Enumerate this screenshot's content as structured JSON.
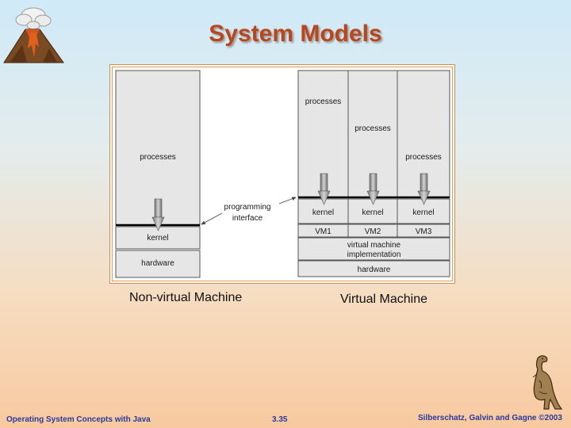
{
  "slide": {
    "title": "System Models",
    "footer_left": "Operating System Concepts with Java",
    "page_number": "3.35",
    "footer_right": "Silberschatz, Galvin and Gagne ©2003"
  },
  "diagram": {
    "non_virtual": {
      "processes": "processes",
      "kernel": "kernel",
      "hardware": "hardware"
    },
    "programming_interface": [
      "programming",
      "interface"
    ],
    "virtual": {
      "vms": [
        {
          "processes": "processes",
          "kernel": "kernel",
          "label": "VM1"
        },
        {
          "processes": "processes",
          "kernel": "kernel",
          "label": "VM2"
        },
        {
          "processes": "processes",
          "kernel": "kernel",
          "label": "VM3"
        }
      ],
      "implementation": [
        "virtual machine",
        "implementation"
      ],
      "hardware": "hardware"
    },
    "captions": {
      "non_virtual": "Non-virtual Machine",
      "virtual": "Virtual Machine"
    }
  },
  "colors": {
    "title": "#b8461e",
    "footer": "#2a3a9a",
    "box_fill": "#e6e6e6",
    "frame_border": "#e59a58"
  }
}
